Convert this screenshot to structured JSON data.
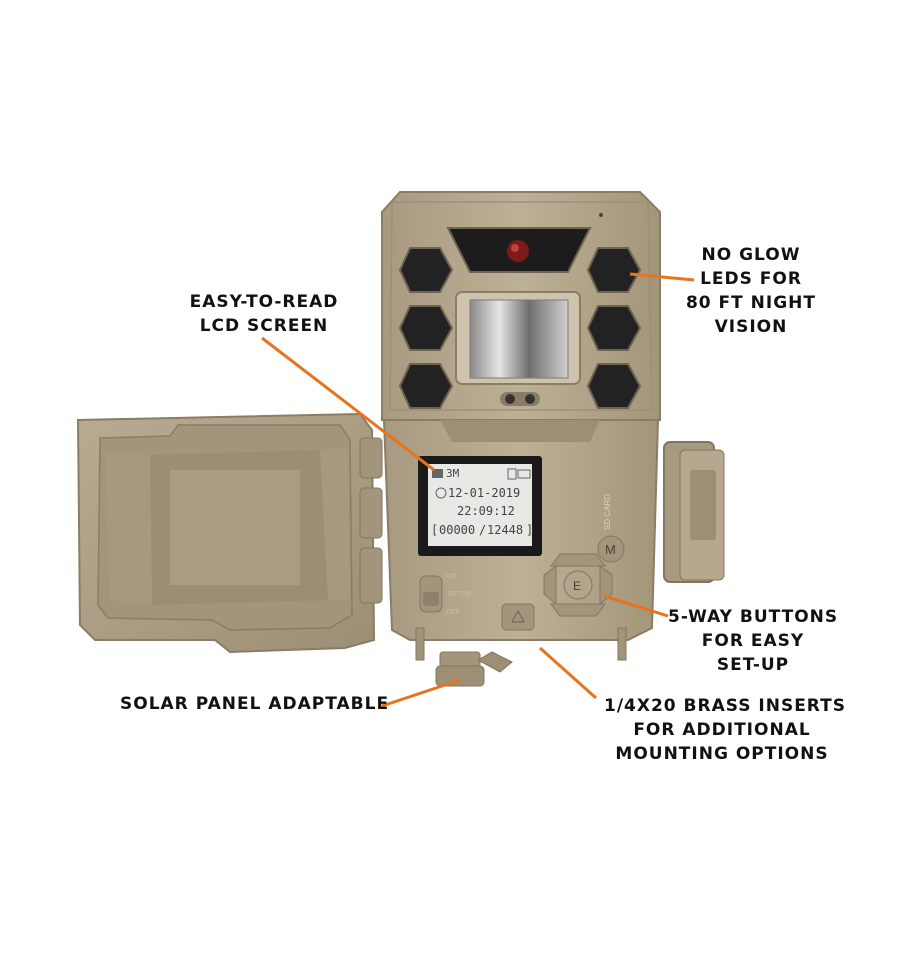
{
  "callouts": {
    "lcd": [
      "EASY-TO-READ",
      "LCD SCREEN"
    ],
    "leds": [
      "NO GLOW",
      "LEDS FOR",
      "80 FT NIGHT",
      "VISION"
    ],
    "buttons": [
      "5-WAY BUTTONS",
      "FOR EASY",
      "SET-UP"
    ],
    "solar": [
      "SOLAR PANEL ADAPTABLE"
    ],
    "inserts": [
      "1/4X20 BRASS INSERTS",
      "FOR ADDITIONAL",
      "MOUNTING OPTIONS"
    ]
  },
  "lcd_screen": {
    "mode": "3M",
    "date": "12-01-2019",
    "time": "22:09:12",
    "count_left": "00000",
    "count_right": "12448"
  },
  "device_text": {
    "sd_card": "SD CARD",
    "button_m": "M",
    "button_e": "E",
    "switch_labels": [
      "ON",
      "SETUP",
      "OFF"
    ]
  },
  "colors": {
    "body": "#b6a88f",
    "body_dark": "#8f8169",
    "accent_orange": "#e8731e",
    "label_text": "#111111"
  }
}
